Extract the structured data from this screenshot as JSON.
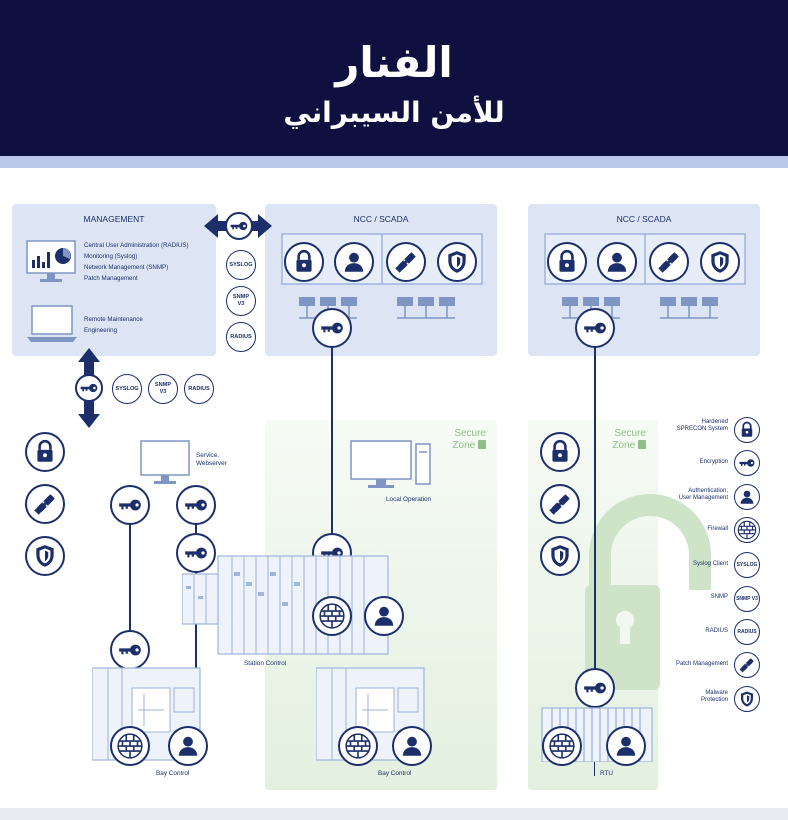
{
  "header": {
    "title_line1": "الفنار",
    "title_line2": "للأمن السيبراني"
  },
  "panels": {
    "management": {
      "title": "MANAGEMENT",
      "items_top": [
        "Central User Administration (RADIUS)",
        "Monitoring (Syslog)",
        "Network Management (SNMP)",
        "Patch Management"
      ],
      "items_bottom": [
        "Remote Maintenance",
        "Engineering"
      ]
    },
    "ncc_left": {
      "title": "NCC / SCADA"
    },
    "ncc_right": {
      "title": "NCC / SCADA"
    }
  },
  "protocols": {
    "syslog": "SYSLOG",
    "snmp_line1": "SNMP",
    "snmp_line2": "V3",
    "radius": "RADIUS"
  },
  "zones": {
    "secure_line1": "Secure",
    "secure_line2": "Zone"
  },
  "labels": {
    "service_line1": "Service,",
    "service_line2": "Webserver",
    "local_operation": "Local Operation",
    "station_control": "Station Control",
    "bay_control_left": "Bay Control",
    "bay_control_right": "Bay Control",
    "rtu": "RTU"
  },
  "legend": [
    {
      "text_line1": "Hardened",
      "text_line2": "SPRECON System",
      "icon": "lock-icon"
    },
    {
      "text_line1": "Encryption",
      "text_line2": "",
      "icon": "key-icon"
    },
    {
      "text_line1": "Authentication,",
      "text_line2": "User Management",
      "icon": "user-icon"
    },
    {
      "text_line1": "Firewall",
      "text_line2": "",
      "icon": "firewall-icon"
    },
    {
      "text_line1": "Syslog Client",
      "text_line2": "",
      "icon": "syslog-badge",
      "badge": "SYSLOG"
    },
    {
      "text_line1": "SNMP",
      "text_line2": "",
      "icon": "snmp-badge",
      "badge": "SNMP V3"
    },
    {
      "text_line1": "RADIUS",
      "text_line2": "",
      "icon": "radius-badge",
      "badge": "RADIUS"
    },
    {
      "text_line1": "Patch Management",
      "text_line2": "",
      "icon": "patch-icon"
    },
    {
      "text_line1": "Malware",
      "text_line2": "Protection",
      "icon": "shield-icon"
    }
  ],
  "colors": {
    "navy": "#0f1040",
    "icon_blue": "#1c2f6b",
    "panel": "#dde5f4",
    "secure_green": "#8fbf86"
  }
}
